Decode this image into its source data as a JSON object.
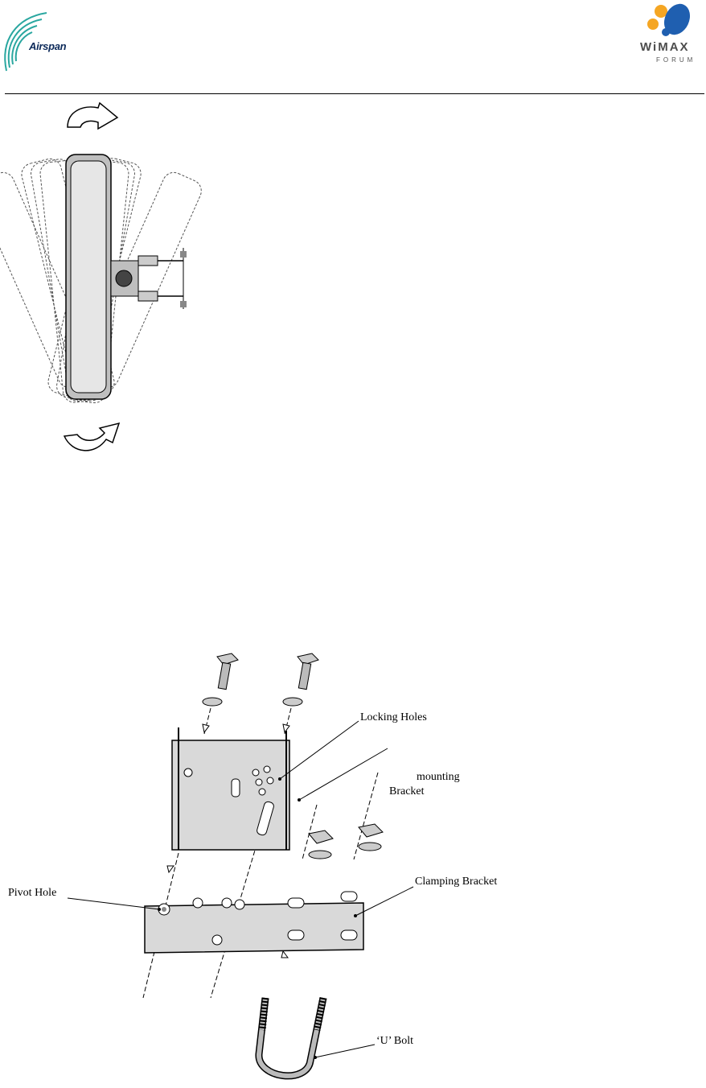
{
  "header": {
    "left_logo_text": "Airspan",
    "right_logo_word": "WiMAX",
    "right_logo_sub": "FORUM"
  },
  "bracket_labels": {
    "locking_holes": "Locking Holes",
    "mounting": "mounting",
    "bracket": "Bracket",
    "clamping_bracket": "Clamping Bracket",
    "pivot_hole": "Pivot Hole",
    "u_bolt": "‘U’ Bolt"
  },
  "colors": {
    "airspan_blue": "#0d2a5a",
    "wimax_orange": "#f5a623",
    "wimax_blue": "#1f5fb0",
    "panel_gray": "#d9d9d9"
  }
}
